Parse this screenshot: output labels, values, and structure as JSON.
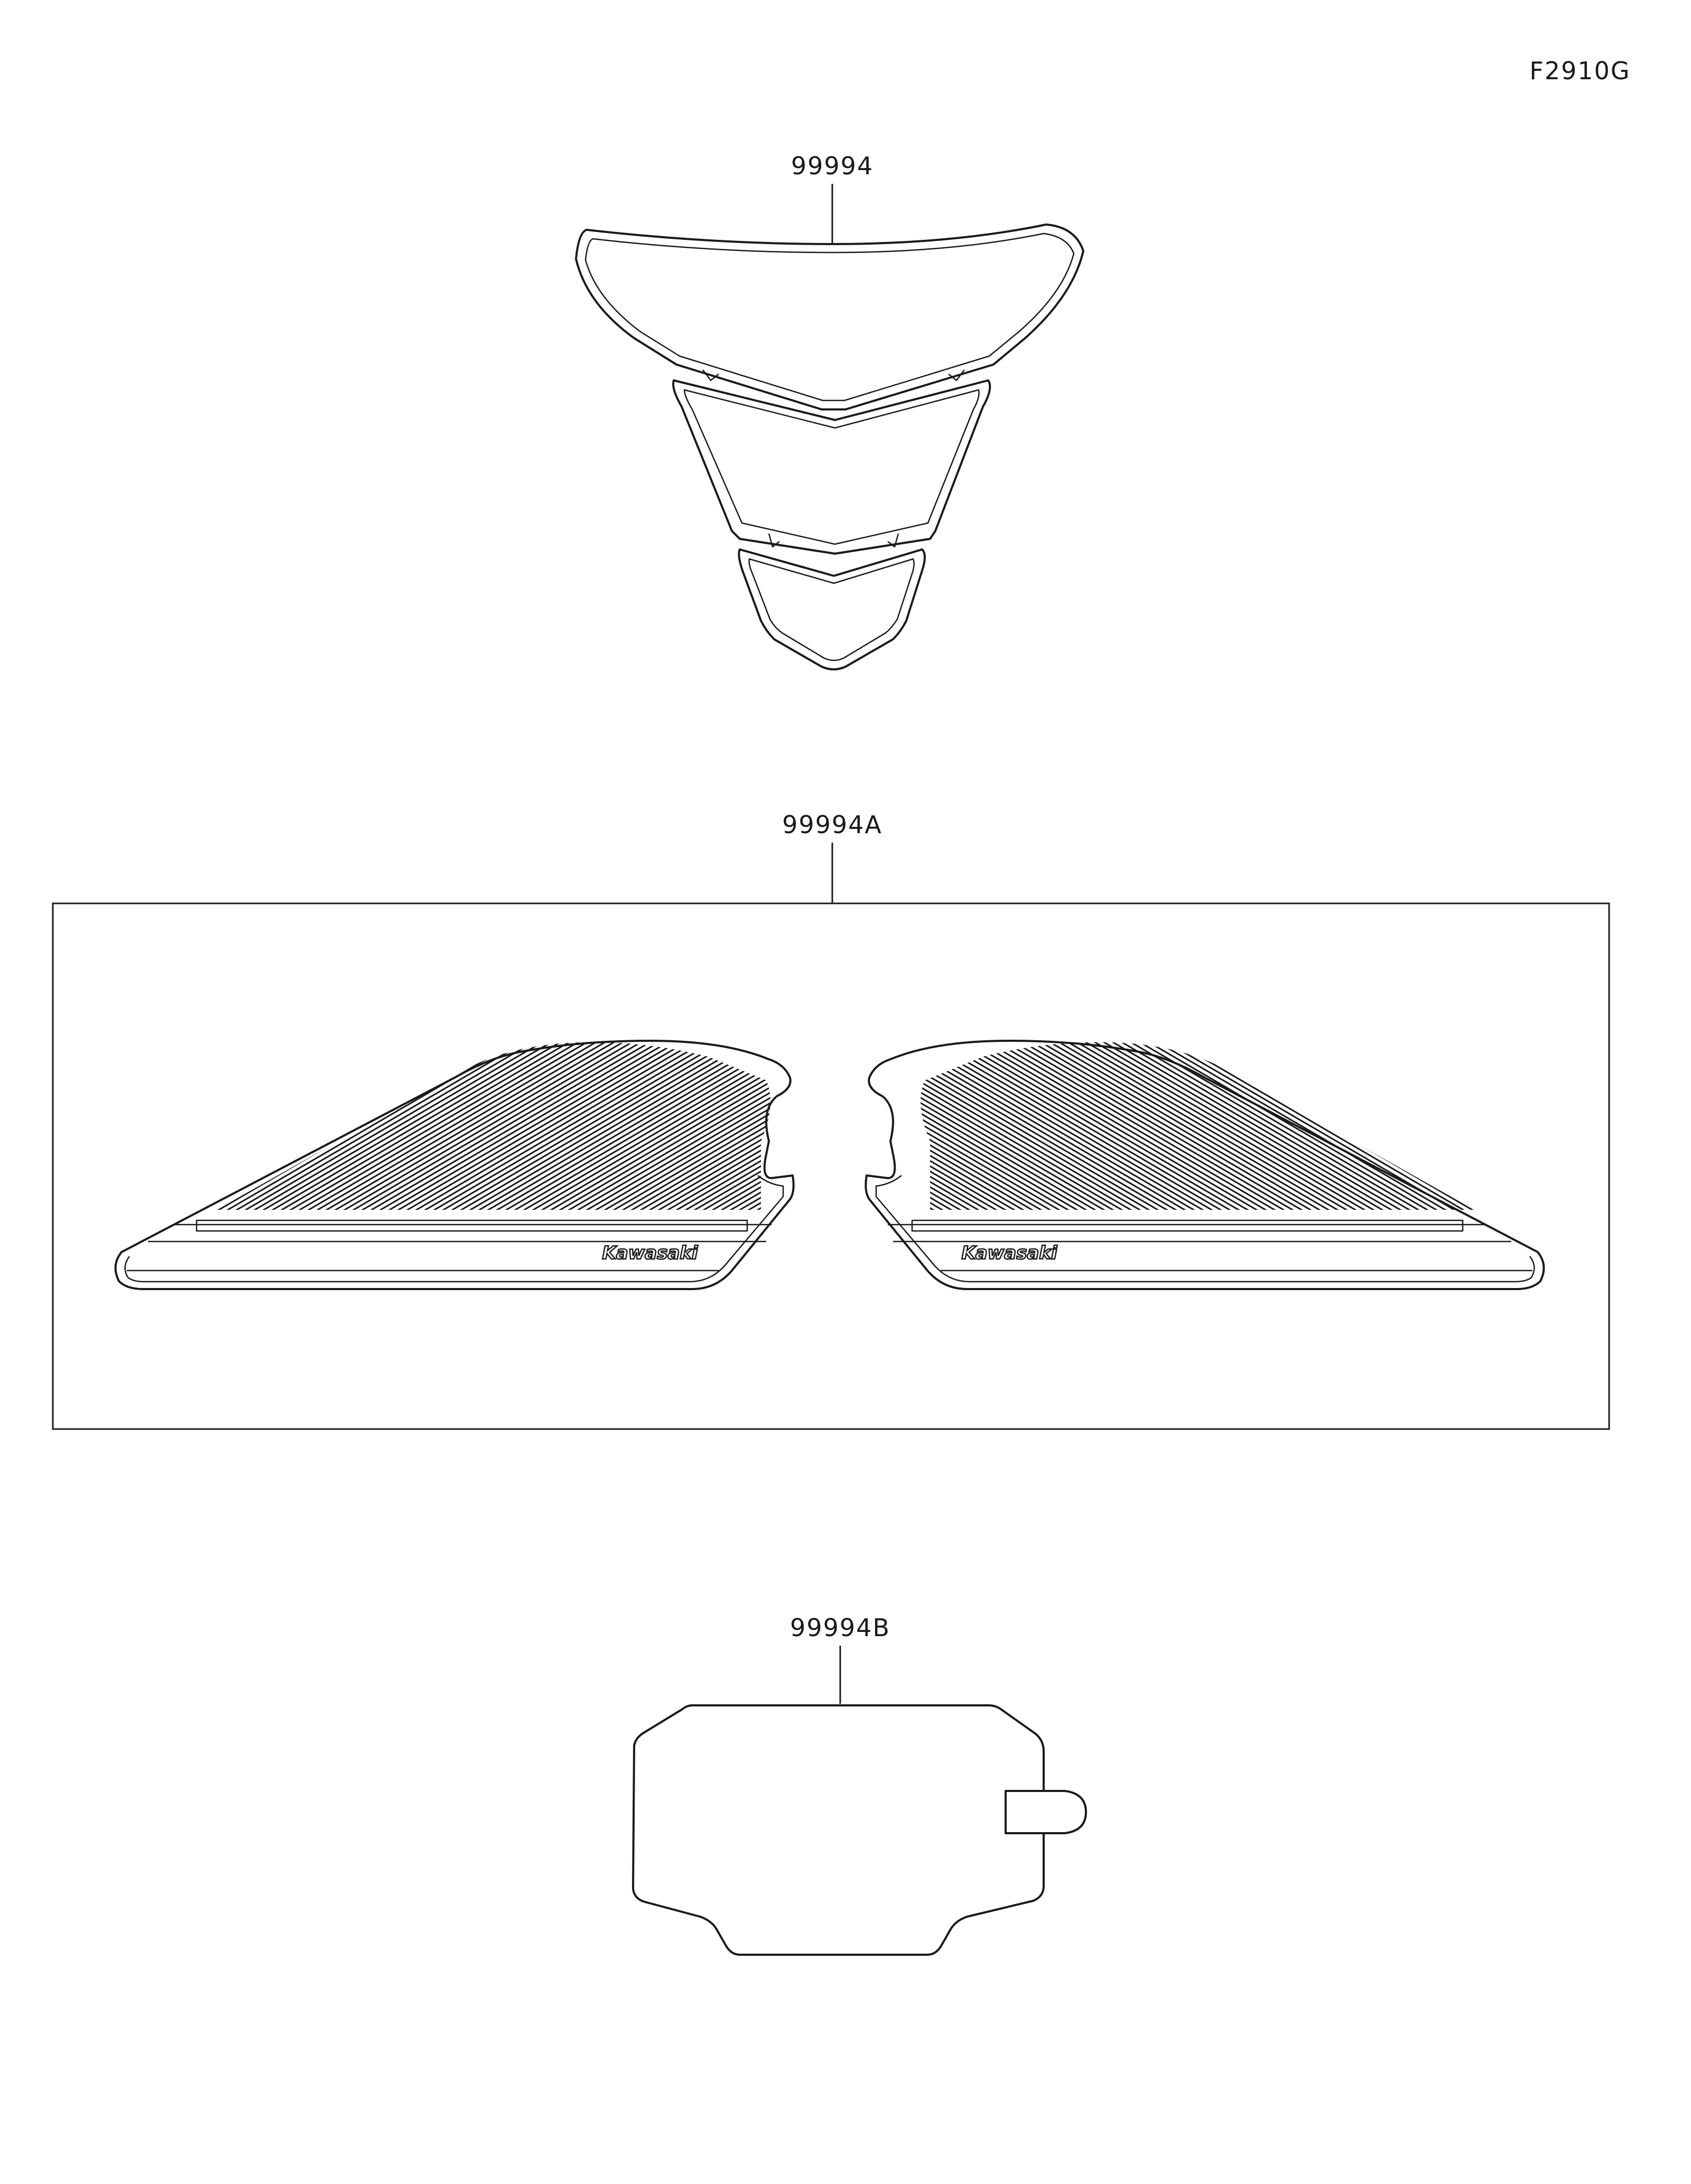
{
  "sheet": {
    "figure_code": "F2910G"
  },
  "parts": [
    {
      "part_number": "99994"
    },
    {
      "part_number": "99994A",
      "logo_text": "Kawasaki"
    },
    {
      "part_number": "99994B"
    }
  ],
  "colors": {
    "ink": "#1a1a1a",
    "paper": "#ffffff"
  }
}
